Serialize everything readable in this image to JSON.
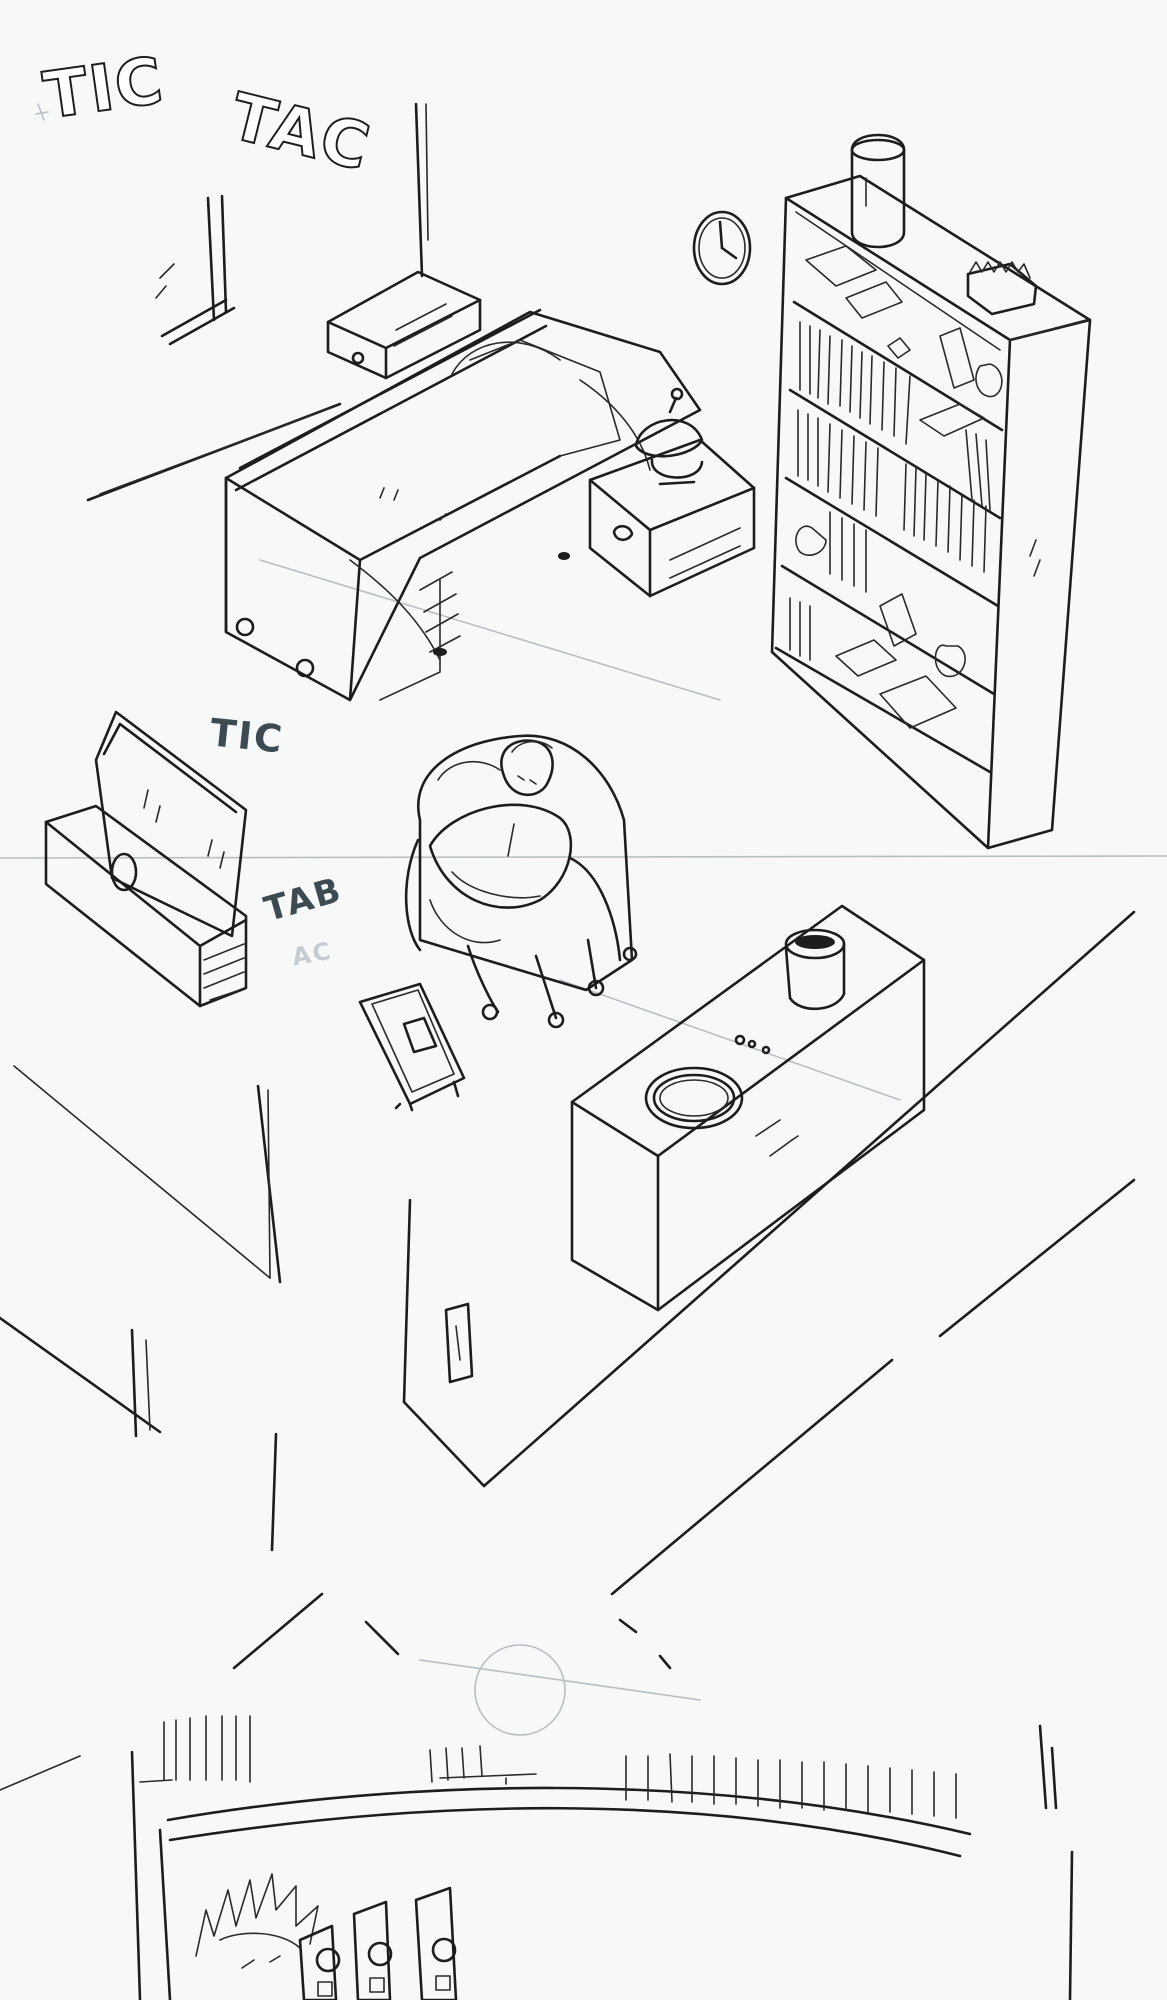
{
  "sound_effects": {
    "tic": "TIC",
    "tac": "TAC",
    "tic_small": "TIC",
    "tab": "TAB",
    "tac_faint": "AC"
  },
  "colors": {
    "paper": "#f7f8f8",
    "ink": "#1d1d1f",
    "pencil": "#b8bfc3"
  }
}
